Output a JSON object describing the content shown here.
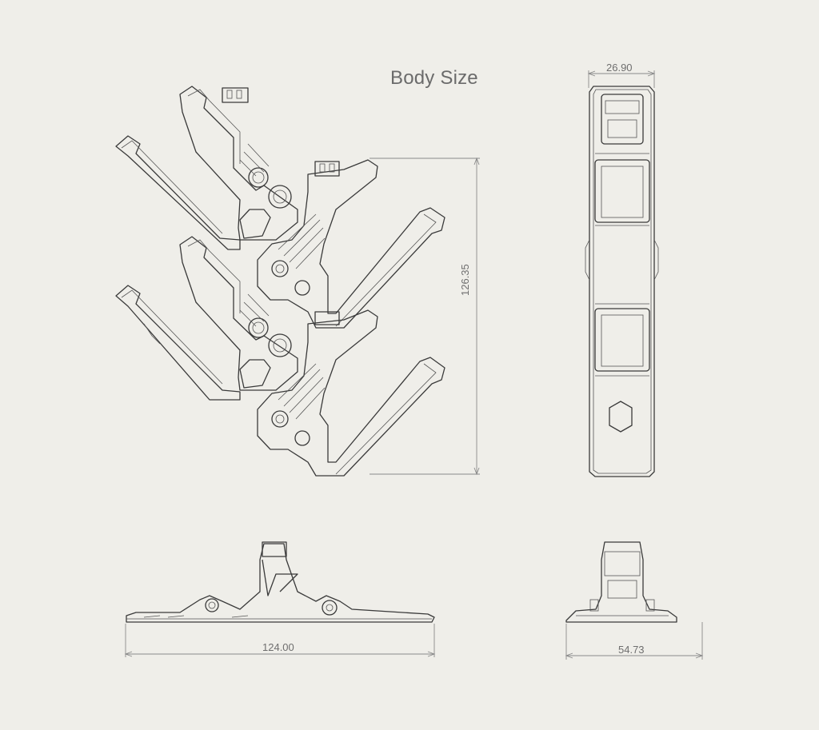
{
  "title": "Body Size",
  "dimensions": {
    "width_top": "26.90",
    "height": "126.35",
    "length": "124.00",
    "depth": "54.73"
  },
  "colors": {
    "background": "#efeee9",
    "line": "#3a3a3a",
    "dimension_line": "#8a8a8a",
    "text": "#6b6b6b"
  }
}
